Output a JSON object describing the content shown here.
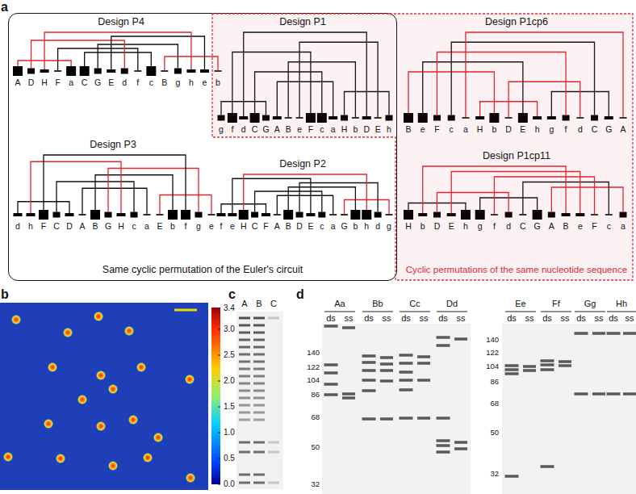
{
  "diagram": {
    "nodes": [
      {
        "text": [
          "Same cyclic permutation of the Euler's circuit"
        ]
      },
      {
        "text": [
          "Cyclic permutations of the same nucleotide sequence"
        ]
      }
    ],
    "labels": [
      "a",
      "Design P4",
      "A",
      "D",
      "H",
      "F",
      "a",
      "C",
      "G",
      "E",
      "d",
      "f",
      "c",
      "B",
      "g",
      "h",
      "e",
      "b",
      "Design P1",
      "g",
      "f",
      "d",
      "C",
      "G",
      "A",
      "B",
      "e",
      "F",
      "c",
      "a",
      "H",
      "b",
      "D",
      "E",
      "h",
      "Design P1cp6",
      "B",
      "e",
      "F",
      "c",
      "a",
      "H",
      "b",
      "D",
      "E",
      "h",
      "g",
      "f",
      "d",
      "C",
      "G",
      "A",
      "Design P3",
      "d",
      "h",
      "F",
      "C",
      "D",
      "A",
      "B",
      "G",
      "H",
      "c",
      "a",
      "E",
      "b",
      "f",
      "g",
      "e",
      "Design P2",
      "f",
      "e",
      "H",
      "C",
      "F",
      "A",
      "B",
      "D",
      "E",
      "c",
      "a",
      "G",
      "b",
      "h",
      "d",
      "g",
      "Design P1cp11",
      "H",
      "b",
      "D",
      "E",
      "h",
      "g",
      "f",
      "d",
      "C",
      "G",
      "A",
      "B",
      "e",
      "F",
      "c",
      "a",
      "b",
      "3.4",
      "3.0",
      "2.5",
      "2.0",
      "1.5",
      "1.0",
      "0.5",
      "0.0",
      "c",
      "A",
      "B",
      "C",
      "d",
      "Aa",
      "ds",
      "ss",
      "Bb",
      "ds",
      "ss",
      "Cc",
      "ds",
      "ss",
      "Dd",
      "ds",
      "ss",
      "140",
      "122",
      "104",
      "86",
      "68",
      "50",
      "32",
      "Ee",
      "ds",
      "ss",
      "Ff",
      "ds",
      "ss",
      "Gg",
      "ds",
      "ss",
      "Hh",
      "ds",
      "ss",
      "140",
      "122",
      "104",
      "86",
      "68",
      "50",
      "32"
    ]
  }
}
